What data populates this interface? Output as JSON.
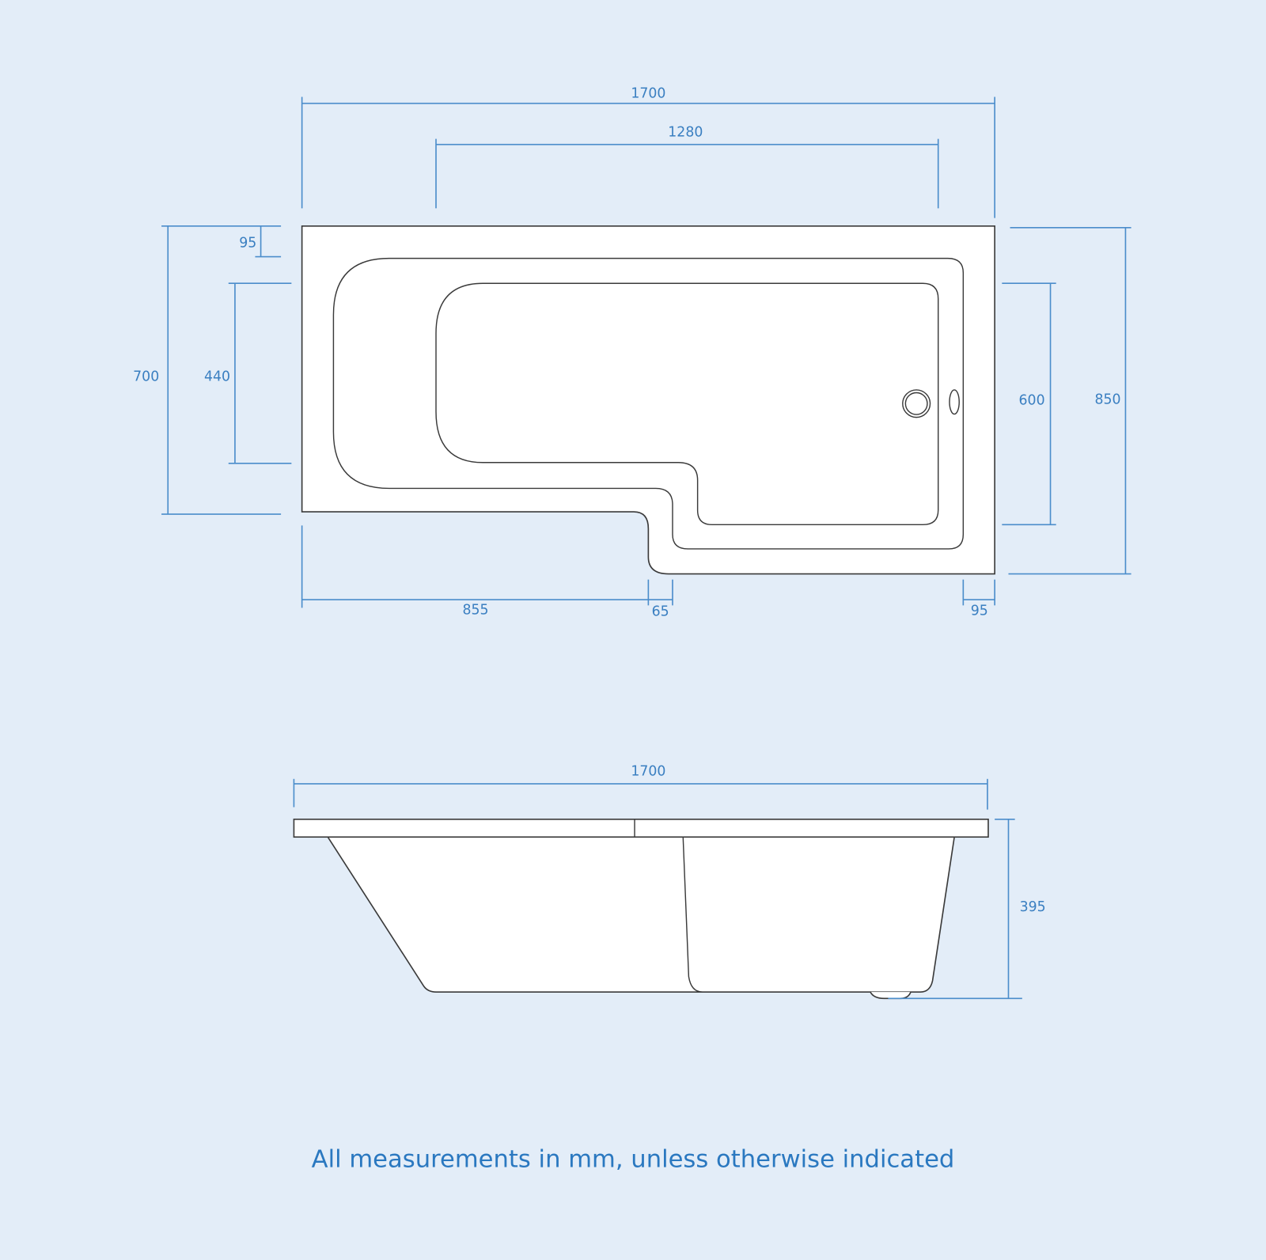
{
  "plan_view": {
    "overall_length": "1700",
    "shower_zone_length": "1280",
    "rim_width_left": "95",
    "narrow_end_width": "700",
    "inner_narrow_width": "440",
    "inner_wide_width": "600",
    "wide_end_width": "850",
    "narrow_section_length": "855",
    "step_offset": "65",
    "rim_width_right": "95"
  },
  "side_view": {
    "overall_length": "1700",
    "height": "395"
  },
  "caption": "All measurements in mm, unless otherwise indicated",
  "colors": {
    "background": "#e3edf8",
    "dimension_lines": "#4b8dcb",
    "text": "#3a7fc1",
    "outline": "#3a3a3a"
  }
}
